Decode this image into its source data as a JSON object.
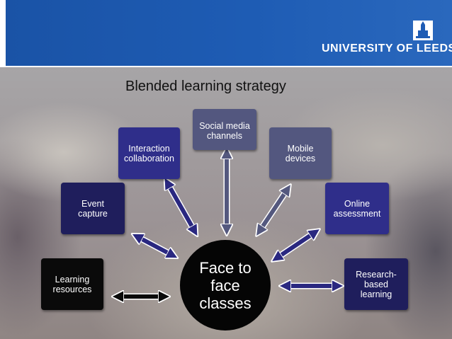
{
  "header": {
    "logo_text": "UNIVERSITY OF LEEDS",
    "brand_color": "#1e5cb4"
  },
  "slide": {
    "title": "Blended learning strategy"
  },
  "diagram": {
    "center_lines": [
      "Face to",
      "face",
      "classes"
    ],
    "nodes": {
      "learning_resources": [
        "Learning",
        "resources"
      ],
      "event_capture": [
        "Event",
        "capture"
      ],
      "interaction_collaboration": [
        "Interaction",
        "collaboration"
      ],
      "social_media_channels": [
        "Social media",
        "channels"
      ],
      "mobile_devices": [
        "Mobile",
        "devices"
      ],
      "online_assessment": [
        "Online",
        "assessment"
      ],
      "research_based_learning": [
        "Research-",
        "based",
        "learning"
      ]
    },
    "colors": {
      "black_box": "#0a0a0a",
      "navy_box": "#1f1e5c",
      "royal_box": "#2f2e8a",
      "slate_box": "#53577f",
      "arrow_navy": "#2a2880",
      "arrow_slate": "#54587e"
    }
  }
}
